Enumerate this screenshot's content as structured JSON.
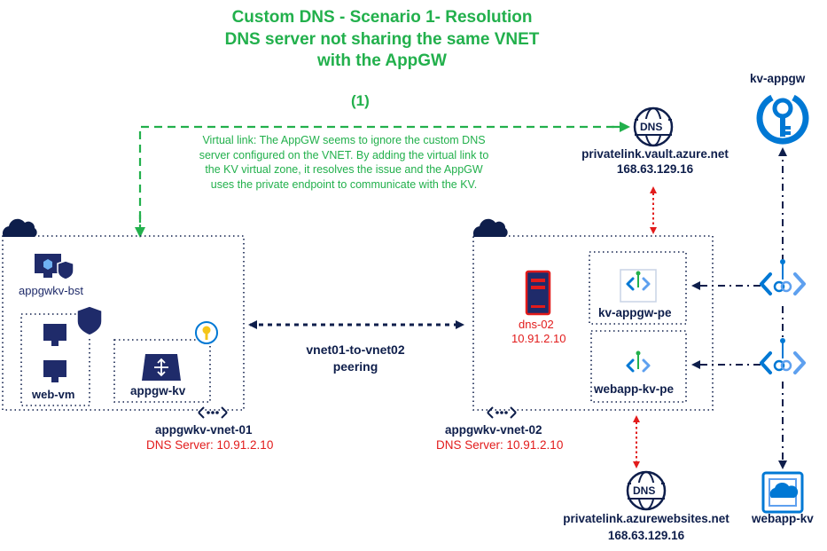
{
  "title": {
    "line1": "Custom DNS - Scenario 1- Resolution",
    "line2": "DNS server not sharing the same VNET",
    "line3": "with the  AppGW"
  },
  "step_marker": "(1)",
  "note": {
    "line1": "Virtual link: The AppGW seems to ignore the custom DNS",
    "line2": "server configured on the VNET. By adding the virtual link to",
    "line3": "the KV virtual zone, it resolves the issue and the AppGW",
    "line4": "uses the private endpoint to communicate with the KV."
  },
  "dns_vault": {
    "name": "privatelink.vault.azure.net",
    "ip": "168.63.129.16",
    "icon_text": "DNS"
  },
  "dns_web": {
    "name": "privatelink.azurewebsites.net",
    "ip": "168.63.129.16",
    "icon_text": "DNS"
  },
  "keyvault": {
    "label": "kv-appgw"
  },
  "webapp": {
    "label": "webapp-kv"
  },
  "vnet1": {
    "name": "appgwkv-vnet-01",
    "dns_server": "DNS Server: 10.91.2.10",
    "bastion": "appgwkv-bst",
    "vm": "web-vm",
    "appgw": "appgw-kv"
  },
  "vnet2": {
    "name": "appgwkv-vnet-02",
    "dns_server": "DNS Server: 10.91.2.10",
    "dns_vm_name": "dns-02",
    "dns_vm_ip": "10.91.2.10",
    "pe1": "kv-appgw-pe",
    "pe2": "webapp-kv-pe"
  },
  "peering": {
    "line1": "vnet01-to-vnet02",
    "line2": "peering"
  },
  "colors": {
    "green": "#22b04c",
    "navy": "#0e1e4b",
    "red": "#e21b1b",
    "azure": "#0078d4"
  }
}
